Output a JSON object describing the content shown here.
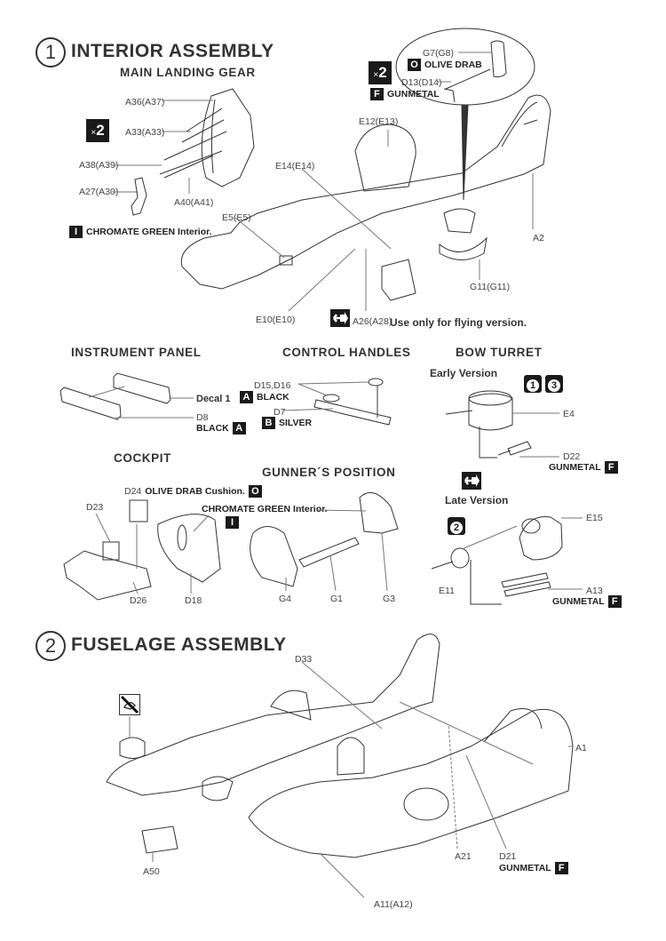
{
  "step1": {
    "number": "1",
    "title": "INTERIOR ASSEMBLY",
    "main_landing_gear": {
      "title": "MAIN LANDING GEAR",
      "quantity": "2",
      "quantity_prefix": "×",
      "parts": [
        "A36(A37)",
        "A33(A33)",
        "A38(A39)",
        "A27(A30)",
        "A40(A41)"
      ],
      "paint_code": "I",
      "paint_label": "CHROMATE GREEN Interior."
    },
    "fuselage_parts": {
      "E12": "E12(E13)",
      "E14": "E14(E14)",
      "E5": "E5(E5)",
      "E10": "E10(E10)",
      "A26": "A26(A28)",
      "A2": "A2",
      "G11": "G11(G11)",
      "flying_note": "Use only for flying version."
    },
    "detail_callout": {
      "quantity": "2",
      "quantity_prefix": "×",
      "G7": "G7(G8)",
      "G7_paint_code": "O",
      "G7_paint": "OLIVE DRAB",
      "D13": "D13(D14)",
      "D13_paint_code": "F",
      "D13_paint": "GUNMETAL"
    },
    "instrument_panel": {
      "title": "INSTRUMENT PANEL",
      "decal": "Decal 1",
      "part": "D8",
      "paint": "BLACK",
      "paint_code": "A"
    },
    "control_handles": {
      "title": "CONTROL HANDLES",
      "part1": "D15,D16",
      "part1_paint_code": "A",
      "part1_paint": "BLACK",
      "part2": "D7",
      "part2_paint_code": "B",
      "part2_paint": "SILVER"
    },
    "bow_turret": {
      "title": "BOW TURRET",
      "early_label": "Early Version",
      "early_versions": [
        "1",
        "3"
      ],
      "early_parts": {
        "E4": "E4",
        "D22": "D22"
      },
      "early_paint": "GUNMETAL",
      "early_paint_code": "F",
      "late_label": "Late Version",
      "late_versions": [
        "2"
      ],
      "late_parts": {
        "E15": "E15",
        "E11": "E11",
        "A13": "A13"
      },
      "late_paint": "GUNMETAL",
      "late_paint_code": "F"
    },
    "cockpit": {
      "title": "COCKPIT",
      "D24": "D24",
      "D24_paint": "OLIVE DRAB Cushion.",
      "D24_paint_code": "O",
      "D23": "D23",
      "D26": "D26",
      "D18": "D18",
      "interior_paint": "CHROMATE GREEN Interior.",
      "interior_paint_code": "I"
    },
    "gunners_position": {
      "title": "GUNNER´S POSITION",
      "G4": "G4",
      "G1": "G1",
      "G3": "G3"
    }
  },
  "step2": {
    "number": "2",
    "title": "FUSELAGE ASSEMBLY",
    "parts": {
      "D33": "D33",
      "A1": "A1",
      "A21": "A21",
      "D21": "D21",
      "A50": "A50",
      "A11": "A11(A12)"
    },
    "D21_paint": "GUNMETAL",
    "D21_paint_code": "F",
    "no_glue_icon": "no-cement-icon"
  }
}
